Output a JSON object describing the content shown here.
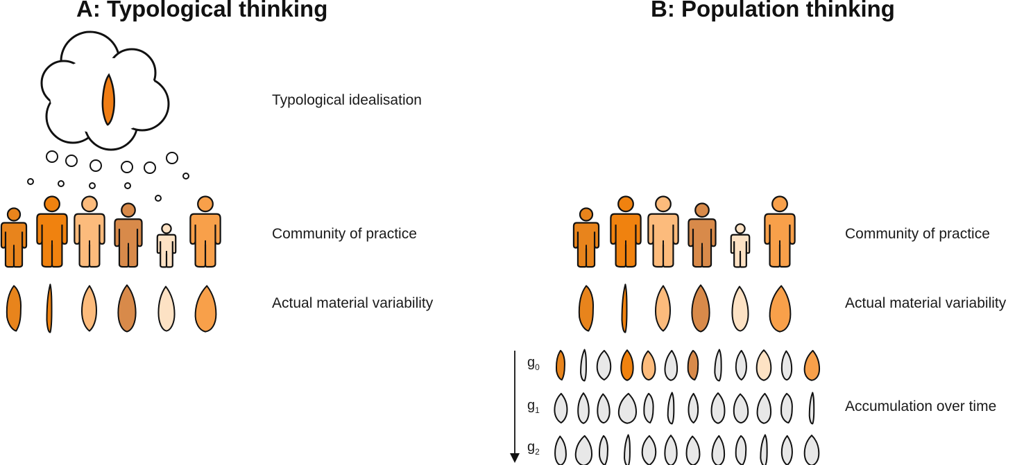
{
  "panel_a": {
    "title": "A: Typological thinking",
    "labels": {
      "idealisation": "Typological idealisation",
      "community": "Community of practice",
      "variability": "Actual material variability"
    }
  },
  "panel_b": {
    "title": "B: Population thinking",
    "labels": {
      "community": "Community of practice",
      "variability": "Actual material variability",
      "accumulation": "Accumulation over time"
    },
    "generations": [
      {
        "letter": "g",
        "index": "0"
      },
      {
        "letter": "g",
        "index": "1"
      },
      {
        "letter": "g",
        "index": "2"
      }
    ]
  },
  "colors": {
    "person_1": "#e8841c",
    "person_2": "#f0820f",
    "person_3": "#fcbb7c",
    "person_4": "#d88a4a",
    "person_5": "#fde2c4",
    "person_6": "#f8a04a",
    "idealised_tool": "#f07d14",
    "accumulated_tool": "#e8e8e8",
    "outline": "#111111"
  },
  "icons": {
    "thought_cloud": "thought-cloud-icon",
    "person": "person-icon",
    "stone_tool": "stone-tool-icon",
    "time_arrow": "down-arrow-icon"
  }
}
